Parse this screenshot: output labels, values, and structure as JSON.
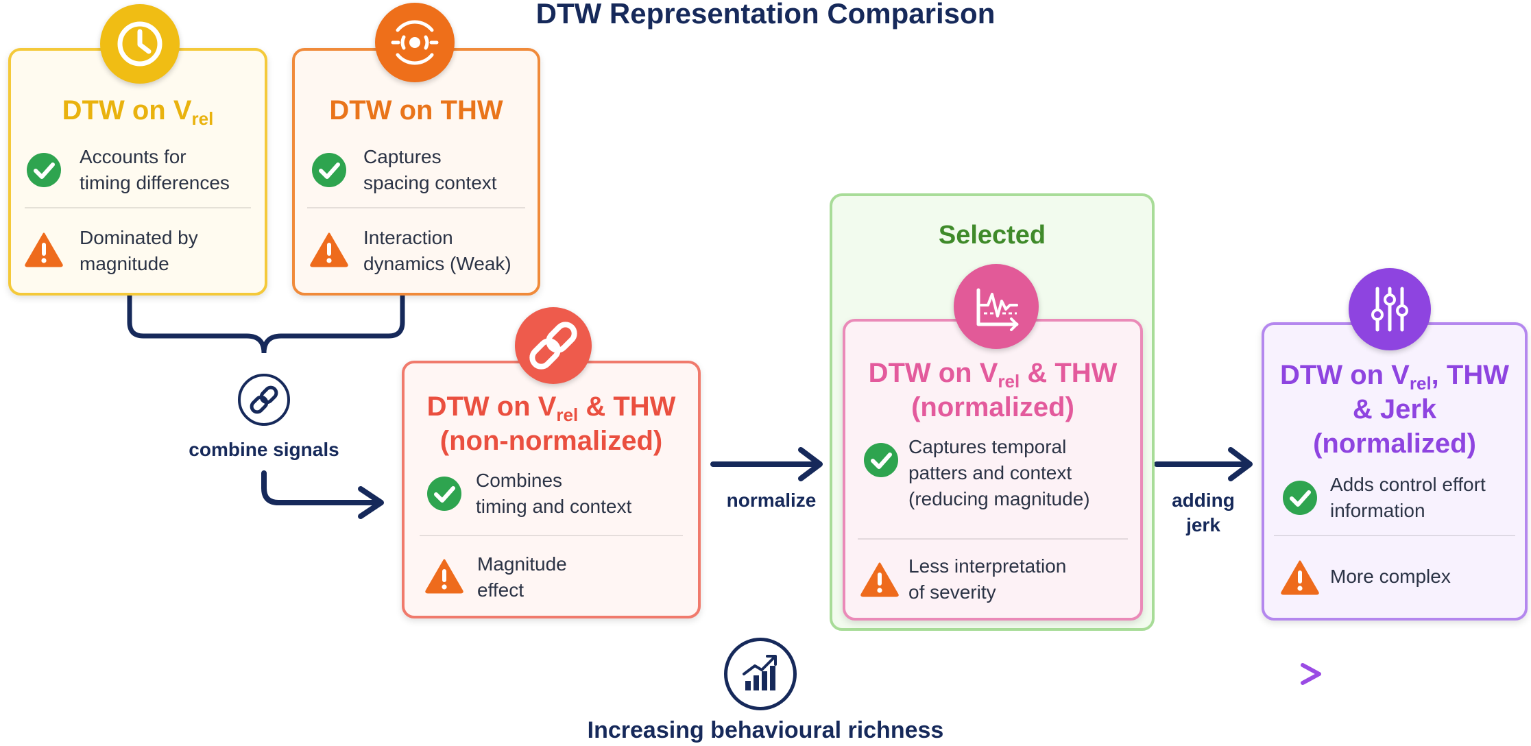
{
  "title": "DTW Representation Comparison",
  "colors": {
    "navy": "#16295a",
    "yellow": "#e9b20e",
    "orange": "#e9741a",
    "red": "#ea4f3f",
    "pink": "#e35a9c",
    "purple": "#8e44e0",
    "green_panel": "#a8dc98",
    "check_green": "#2ea44f",
    "warn_orange": "#ee6b1c"
  },
  "cards": {
    "vrel": {
      "title_main": "DTW on V",
      "title_sub": "rel",
      "icon": "clock-icon",
      "pro": "Accounts for\ntiming differences",
      "con": "Dominated by\nmagnitude"
    },
    "thw": {
      "title": "DTW on THW",
      "icon": "radar-icon",
      "pro": "Captures\nspacing context",
      "con": "Interaction\ndynamics (Weak)"
    },
    "combined": {
      "title_main": "DTW on V",
      "title_sub": "rel",
      "title_rest": " & THW",
      "title_line2": "(non-normalized)",
      "icon": "link-icon",
      "pro": "Combines\ntiming and context",
      "con": "Magnitude\neffect"
    },
    "normalized": {
      "selected_label": "Selected",
      "title_main": "DTW on V",
      "title_sub": "rel",
      "title_rest": " & THW",
      "title_line2": "(normalized)",
      "icon": "signal-chart-icon",
      "pro": "Captures temporal\npatters and context\n(reducing magnitude)",
      "con": "Less interpretation\nof severity"
    },
    "jerk": {
      "title_main": "DTW on V",
      "title_sub": "rel",
      "title_rest": ", THW",
      "title_line2": "& Jerk",
      "title_line3": "(normalized)",
      "icon": "sliders-icon",
      "pro": "Adds control effort\ninformation",
      "con": "More complex"
    }
  },
  "flow_labels": {
    "combine": "combine signals",
    "normalize": "normalize",
    "adding_jerk": "adding\njerk"
  },
  "bottom_label": "Increasing behavioural richness"
}
